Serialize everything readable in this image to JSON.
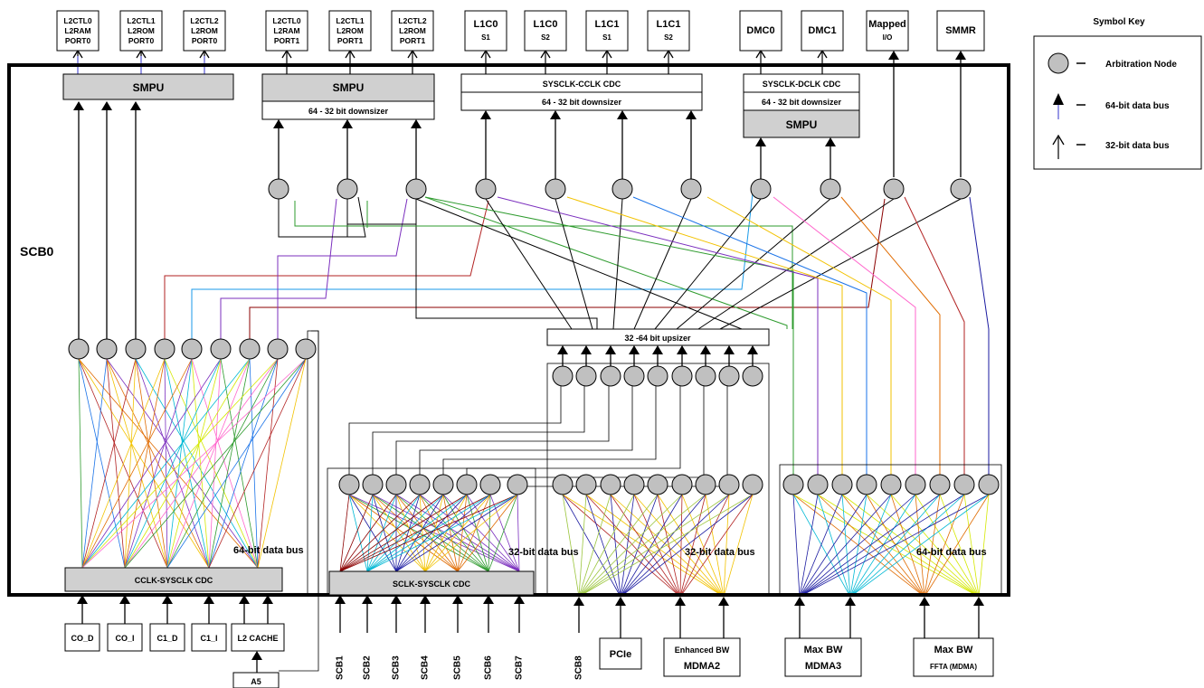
{
  "scb_label": "SCB0",
  "top_ports": [
    {
      "id": "l2ctl0-p0",
      "lines": [
        "L2CTL0",
        "L2RAM",
        "PORT0"
      ]
    },
    {
      "id": "l2ctl1-p0",
      "lines": [
        "L2CTL1",
        "L2ROM",
        "PORT0"
      ]
    },
    {
      "id": "l2ctl2-p0",
      "lines": [
        "L2CTL2",
        "L2ROM",
        "PORT0"
      ]
    },
    {
      "id": "l2ctl0-p1",
      "lines": [
        "L2CTL0",
        "L2RAM",
        "PORT1"
      ]
    },
    {
      "id": "l2ctl1-p1",
      "lines": [
        "L2CTL1",
        "L2ROM",
        "PORT1"
      ]
    },
    {
      "id": "l2ctl2-p1",
      "lines": [
        "L2CTL2",
        "L2ROM",
        "PORT1"
      ]
    },
    {
      "id": "l1c0-s1",
      "lines": [
        "L1C0",
        "S1"
      ]
    },
    {
      "id": "l1c0-s2",
      "lines": [
        "L1C0",
        "S2"
      ]
    },
    {
      "id": "l1c1-s1",
      "lines": [
        "L1C1",
        "S1"
      ]
    },
    {
      "id": "l1c1-s2",
      "lines": [
        "L1C1",
        "S2"
      ]
    },
    {
      "id": "dmc0",
      "lines": [
        "DMC0"
      ]
    },
    {
      "id": "dmc1",
      "lines": [
        "DMC1"
      ]
    },
    {
      "id": "mapped-io",
      "lines": [
        "Mapped",
        "I/O"
      ]
    },
    {
      "id": "smmr",
      "lines": [
        "SMMR"
      ]
    }
  ],
  "internal_blocks": {
    "smpu": "SMPU",
    "downsizer": "64 - 32 bit downsizer",
    "sysclk_cclk": "SYSCLK-CCLK CDC",
    "sysclk_dclk": "SYSCLK-DCLK CDC",
    "upsizer": "32 -64 bit upsizer",
    "cclk_sysclk": "CCLK-SYSCLK CDC",
    "sclk_sysclk": "SCLK-SYSCLK CDC"
  },
  "bus_labels": {
    "bus64_left": "64-bit data bus",
    "bus32_mid": "32-bit data bus",
    "bus32_right": "32-bit data bus",
    "bus64_right": "64-bit data bus"
  },
  "bottom_masters": {
    "co_d": "CO_D",
    "co_i": "CO_I",
    "c1_d": "C1_D",
    "c1_i": "C1_I",
    "l2cache": "L2 CACHE",
    "a5": "A5",
    "scb": [
      "SCB1",
      "SCB2",
      "SCB3",
      "SCB4",
      "SCB5",
      "SCB6",
      "SCB7"
    ],
    "scb8": "SCB8",
    "pcie": "PCIe",
    "mdma2": [
      "Enhanced BW",
      "MDMA2"
    ],
    "mdma3": [
      "Max BW",
      "MDMA3"
    ],
    "ffta": [
      "Max BW",
      "FFTA (MDMA)"
    ]
  },
  "symbol_key": {
    "title": "Symbol Key",
    "items": [
      {
        "symbol": "arbitration-node",
        "label": "Arbitration Node"
      },
      {
        "symbol": "64bit-arrow",
        "label": "64-bit data bus"
      },
      {
        "symbol": "32bit-arrow",
        "label": "32-bit data bus"
      }
    ]
  },
  "colors": {
    "node_fill": "#c0c0c0",
    "block_fill": "#d0d0d0",
    "bus64_accent": "#3333cc",
    "fan_colors": [
      "#b22222",
      "#e06b00",
      "#f2c200",
      "#2e9b2e",
      "#1a73e8",
      "#7b2fbe",
      "#00b8d4",
      "#d4e800",
      "#ff66cc",
      "#8b0000",
      "#222222"
    ]
  }
}
